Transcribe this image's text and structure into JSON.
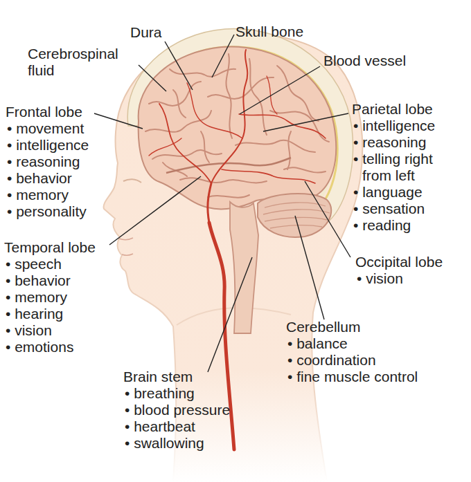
{
  "diagram": {
    "labels": [
      "Dura",
      "Skull bone",
      "Cerebrospinal fluid",
      "Blood vessel",
      "Frontal lobe",
      "• movement",
      "• intelligence",
      "• reasoning",
      "• behavior",
      "• memory",
      "• personality",
      "Parietal lobe",
      "• intelligence",
      "• reasoning",
      "• telling right from left",
      "• language",
      "• sensation",
      "• reading",
      "Temporal lobe",
      "• speech",
      "• behavior",
      "• memory",
      "• hearing",
      "• vision",
      "• emotions",
      "Occipital lobe",
      "• vision",
      "Cerebellum",
      "• balance",
      "• coordination",
      "• fine muscle control",
      "Brain stem",
      "• breathing",
      "• blood pressure",
      "• heartbeat",
      "• swallowing"
    ]
  }
}
